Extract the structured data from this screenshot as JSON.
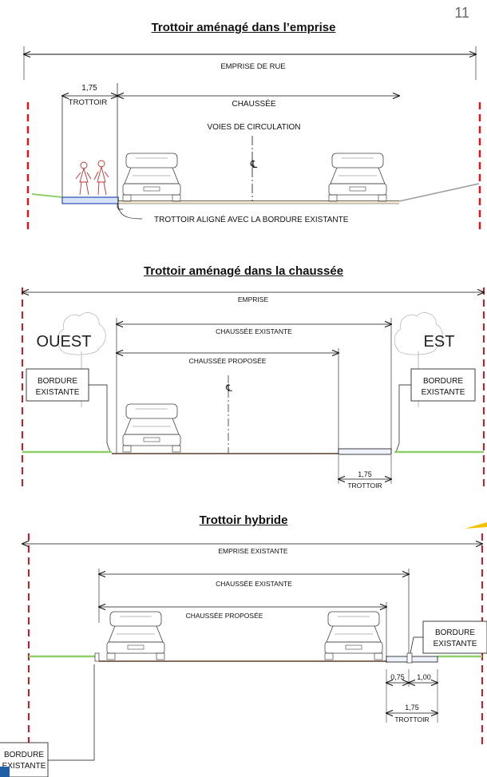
{
  "page_number": "11",
  "sections": [
    {
      "title": "Trottoir aménagé dans l’emprise",
      "emprise_label": "EMPRISE DE RUE",
      "sidewalk_width": "1,75",
      "sidewalk_label": "TROTTOIR",
      "roadway_label": "CHAUSSÉE",
      "lanes_label": "VOIES DE CIRCULATION",
      "centerline_symbol": "℄",
      "note": "TROTTOIR  ALIGNÉ AVEC LA BORDURE EXISTANTE"
    },
    {
      "title": "Trottoir aménagé dans la chaussée",
      "emprise_label": "EMPRISE",
      "existing_roadway_label": "CHAUSSÉE EXISTANTE",
      "proposed_roadway_label": "CHAUSSÉE PROPOSÉE",
      "west_label": "OUEST",
      "east_label": "EST",
      "curb_label_line1": "BORDURE",
      "curb_label_line2": "EXISTANTE",
      "centerline_symbol": "℄",
      "sidewalk_width": "1,75",
      "sidewalk_label": "TROTTOIR"
    },
    {
      "title": "Trottoir hybride",
      "emprise_label": "EMPRISE EXISTANTE",
      "existing_roadway_label": "CHAUSSÉE EXISTANTE",
      "proposed_roadway_label": "CHAUSSÉE PROPOSÉE",
      "curb_label_line1": "BORDURE",
      "curb_label_line2": "EXISTANTE",
      "dim_a": "0,75",
      "dim_b": "1,00",
      "sidewalk_width": "1,75",
      "sidewalk_label": "TROTTOIR"
    }
  ],
  "colors": {
    "property_line": "#e0141e",
    "grass": "#8fcf6a",
    "accent_corner": "#1f5fa8",
    "accent_yellow": "#f2c200"
  }
}
